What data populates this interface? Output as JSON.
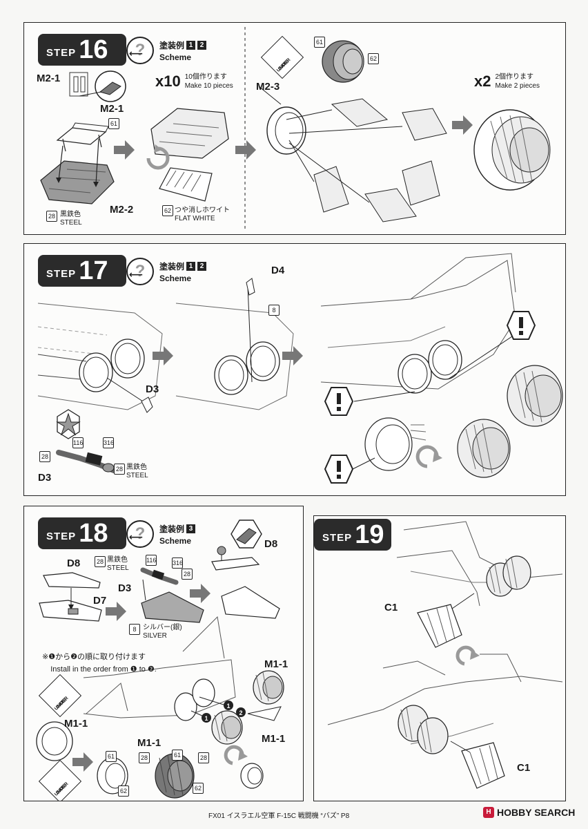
{
  "steps": {
    "s16": {
      "word": "STEP",
      "num": "16",
      "scheme_jp": "塗装例",
      "scheme_n1": "1",
      "scheme_n2": "2",
      "scheme_en": "Scheme",
      "m21_a": "M2-1",
      "m21_b": "M2-1",
      "m22": "M2-2",
      "m23": "M2-3",
      "p61a": "61",
      "p61b": "61",
      "p62a": "62",
      "p62b": "62",
      "p28": "28",
      "steel_jp": "黒鉄色",
      "steel_en": "STEEL",
      "white_jp": "つや消しホワイト",
      "white_en": "FLAT WHITE",
      "x10": "x10",
      "x10_jp": "10個作ります",
      "x10_en": "Make 10 pieces",
      "x2": "x2",
      "x2_jp": "2個作ります",
      "x2_en": "Make 2 pieces",
      "gate_l1": "UNDER",
      "gate_l2": "GATE"
    },
    "s17": {
      "word": "STEP",
      "num": "17",
      "scheme_jp": "塗装例",
      "scheme_n1": "1",
      "scheme_n2": "2",
      "scheme_en": "Scheme",
      "d4": "D4",
      "p8": "8",
      "d3a": "D3",
      "d3b": "D3",
      "p116": "116",
      "p316": "316",
      "p28a": "28",
      "p28b": "28",
      "steel_jp": "黒鉄色",
      "steel_en": "STEEL"
    },
    "s18": {
      "word": "STEP",
      "num": "18",
      "scheme_jp": "塗装例",
      "scheme_n1": "3",
      "scheme_en": "Scheme",
      "d8a": "D8",
      "d8b": "D8",
      "d7": "D7",
      "d3": "D3",
      "p28a": "28",
      "steel_jp": "黒鉄色",
      "steel_en": "STEEL",
      "p116": "116",
      "p316": "316",
      "p28b": "28",
      "p8": "8",
      "silver_jp": "シルバー(銀)",
      "silver_en": "SILVER",
      "order_jp": "※❶から❷の順に取り付けます",
      "order_en": "Install in the order from ❶ to ❷.",
      "m11a": "M1-1",
      "m11b": "M1-1",
      "m11c": "M1-1",
      "m11d": "M1-1",
      "p61a": "61",
      "p61b": "61",
      "p28c": "28",
      "p28d": "28",
      "p62a": "62",
      "p62b": "62",
      "gate_l1": "UNDER",
      "gate_l2": "GATE"
    },
    "s19": {
      "word": "STEP",
      "num": "19",
      "c1a": "C1",
      "c1b": "C1"
    }
  },
  "footer": {
    "page_text": "FX01 イスラエル空軍 F-15C 戦闘機 “バズ” P8",
    "logo_mark": "H",
    "logo_text": "HOBBY SEARCH"
  },
  "colors": {
    "badge": "#2b2b2b",
    "part_gray": "#9a9a9a",
    "logo_red": "#c81c3a"
  }
}
